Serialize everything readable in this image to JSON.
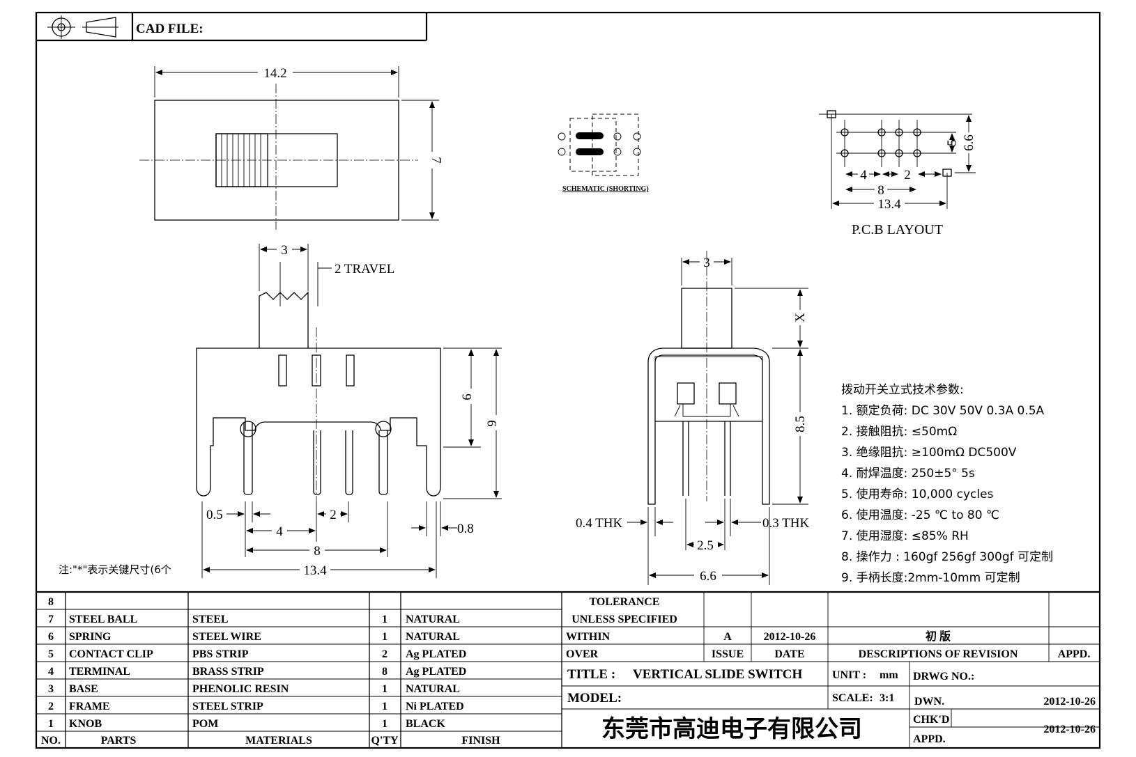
{
  "header": {
    "cad_file_label": "CAD FILE:"
  },
  "dimensions": {
    "top_width": "14.2",
    "top_height": "7",
    "knob_width": "3",
    "travel": "2 TRAVEL",
    "height_6": "6",
    "height_9": "9",
    "pin_05": "0.5",
    "pitch_4": "4",
    "pitch_2": "2",
    "span_8": "8",
    "pin_08": "0.8",
    "overall_134": "13.4",
    "side_knob_3": "3",
    "side_x": "X",
    "side_85": "8.5",
    "thk_04": "0.4 THK",
    "thk_03": "0.3 THK",
    "side_25": "2.5",
    "side_66": "6.6",
    "pcb_5": "5",
    "pcb_66": "6.6",
    "pcb_4": "4",
    "pcb_2": "2",
    "pcb_8": "8",
    "pcb_134": "13.4"
  },
  "labels": {
    "schematic": "SCHEMATIC (SHORTING)",
    "pcb_layout": "P.C.B LAYOUT",
    "note": "注:\"*\"表示关键尺寸(6个"
  },
  "specs": {
    "title": "拨动开关立式技术参数:",
    "items": [
      "1.  额定负荷: DC 30V    50V    0.3A    0.5A",
      "2.  接触阻抗:  ≤50mΩ",
      "3.  绝缘阻抗:  ≥100mΩ   DC500V",
      "4.  耐焊温度: 250±5°  5s",
      "5.  使用寿命: 10,000 cycles",
      "6.  使用温度: -25  ℃   to 80  ℃",
      "7.  使用湿度:  ≤85% RH",
      "8.  操作力 : 160gf    256gf    300gf   可定制",
      "9.  手柄长度:2mm-10mm   可定制"
    ]
  },
  "bom": {
    "header": {
      "no": "NO.",
      "parts": "PARTS",
      "materials": "MATERIALS",
      "qty": "Q'TY",
      "finish": "FINISH"
    },
    "rows": [
      {
        "no": "8",
        "part": "",
        "material": "",
        "qty": "",
        "finish": ""
      },
      {
        "no": "7",
        "part": "STEEL BALL",
        "material": "STEEL",
        "qty": "1",
        "finish": "NATURAL"
      },
      {
        "no": "6",
        "part": "SPRING",
        "material": "STEEL WIRE",
        "qty": "1",
        "finish": "NATURAL"
      },
      {
        "no": "5",
        "part": "CONTACT CLIP",
        "material": "PBS STRIP",
        "qty": "2",
        "finish": "Ag PLATED"
      },
      {
        "no": "4",
        "part": "TERMINAL",
        "material": "BRASS STRIP",
        "qty": "8",
        "finish": "Ag PLATED"
      },
      {
        "no": "3",
        "part": "BASE",
        "material": "PHENOLIC RESIN",
        "qty": "1",
        "finish": "NATURAL"
      },
      {
        "no": "2",
        "part": "FRAME",
        "material": "STEEL STRIP",
        "qty": "1",
        "finish": "Ni PLATED"
      },
      {
        "no": "1",
        "part": "KNOB",
        "material": "POM",
        "qty": "1",
        "finish": "BLACK"
      }
    ]
  },
  "title_block": {
    "tolerance": "TOLERANCE",
    "unless": "UNLESS   SPECIFIED",
    "within": "WITHIN",
    "over": "OVER",
    "rev_letter": "A",
    "rev_date": "2012-10-26",
    "rev_desc": "初   版",
    "issue": "ISSUE",
    "date": "DATE",
    "descriptions": "DESCRIPTIONS OF REVISION",
    "appd": "APPD.",
    "title_label": "TITLE :",
    "title_value": "VERTICAL SLIDE SWITCH",
    "unit_label": "UNIT :",
    "unit_value": "mm",
    "drwg_no": "DRWG NO.:",
    "model_label": "MODEL:",
    "scale_label": "SCALE:",
    "scale_value": "3:1",
    "dwn": "DWN.",
    "dwn_date": "2012-10-26",
    "chkd": "CHK'D",
    "chkd_date": "2012-10-26",
    "appd2": "APPD.",
    "company": "东莞市高迪电子有限公司"
  }
}
